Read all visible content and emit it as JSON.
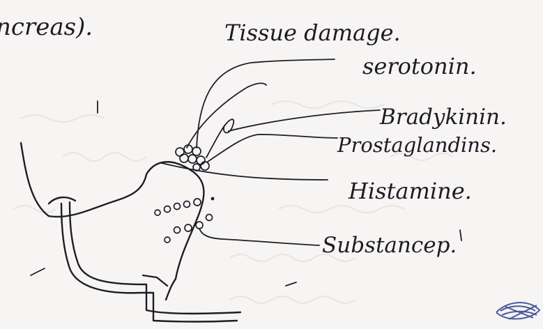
{
  "page": {
    "fragment_text": "ncreas).",
    "paper_color": "#f6f5f3",
    "ink_color": "#1d1d26"
  },
  "diagram": {
    "labels": {
      "tissue_damage": "Tissue damage.",
      "serotonin": "serotonin.",
      "bradykinin": "Bradykinin.",
      "prostaglandins": "Prostaglandins.",
      "histamine": "Histamine.",
      "substance_p": "Substancep."
    }
  }
}
